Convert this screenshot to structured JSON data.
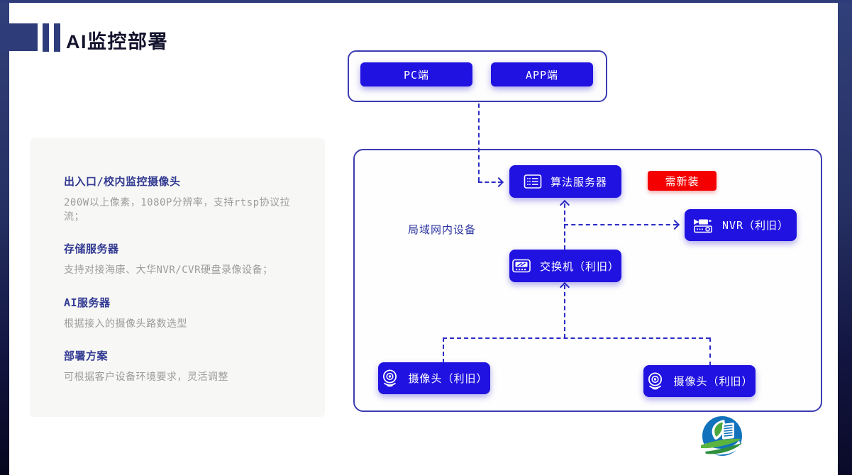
{
  "header": {
    "title": "AI监控部署"
  },
  "panel": {
    "items": [
      {
        "title": "出入口/校内监控摄像头",
        "desc": "200W以上像素，1080P分辨率，支持rtsp协议拉流；"
      },
      {
        "title": "存储服务器",
        "desc": "支持对接海康、大华NVR/CVR硬盘录像设备；"
      },
      {
        "title": "AI服务器",
        "desc": "根据接入的摄像头路数选型"
      },
      {
        "title": "部署方案",
        "desc": "可根据客户设备环境要求，灵活调整"
      }
    ]
  },
  "diagram": {
    "client_box": {
      "buttons": [
        {
          "label": "PC端"
        },
        {
          "label": "APP端"
        }
      ]
    },
    "lan_label": "局域网内设备",
    "badge": {
      "label": "需新装",
      "color": "#f40000"
    },
    "nodes": [
      {
        "id": "algo",
        "label": "算法服务器",
        "icon": "server-icon"
      },
      {
        "id": "nvr",
        "label": "NVR（利旧）",
        "icon": "recorder-icon"
      },
      {
        "id": "switch",
        "label": "交换机（利旧）",
        "icon": "switch-icon"
      },
      {
        "id": "camera_left",
        "label": "摄像头（利旧）",
        "icon": "camera-icon"
      },
      {
        "id": "camera_right",
        "label": "摄像头（利旧）",
        "icon": "camera-icon"
      }
    ]
  },
  "colors": {
    "node_blue": "#2012e0",
    "badge_red": "#f40000",
    "line_blue": "#2b2bc4",
    "frame_navy": "#2e3d7a"
  }
}
